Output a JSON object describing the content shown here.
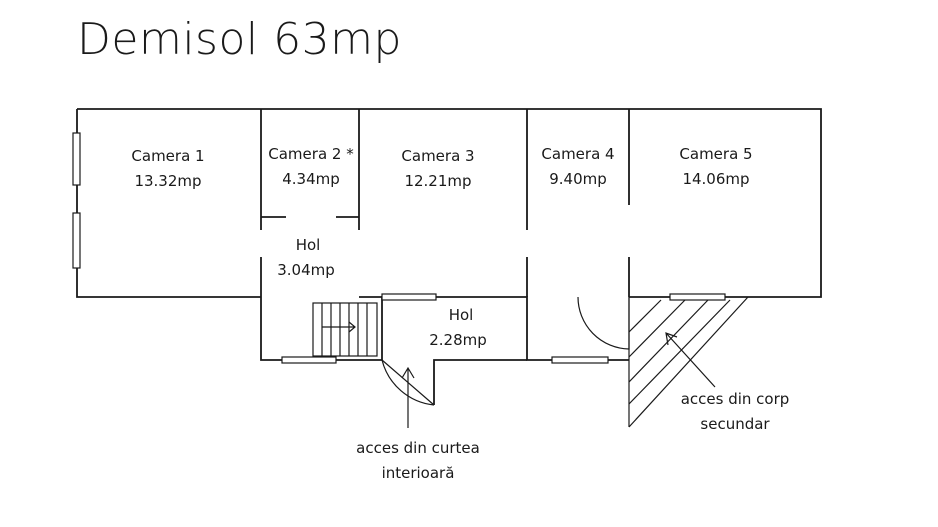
{
  "title": "Demisol 63mp",
  "rooms": [
    {
      "name": "Camera 1",
      "area": "13.32mp"
    },
    {
      "name": "Camera 2 *",
      "area": "4.34mp"
    },
    {
      "name": "Camera 3",
      "area": "12.21mp"
    },
    {
      "name": "Camera 4",
      "area": "9.40mp"
    },
    {
      "name": "Camera 5",
      "area": "14.06mp"
    },
    {
      "name": "Hol",
      "area": "3.04mp"
    },
    {
      "name": "Hol",
      "area": "2.28mp"
    }
  ],
  "annotations": {
    "courtyard_access": [
      "acces din curtea",
      "interioară"
    ],
    "secondary_access": [
      "acces din corp",
      "secundar"
    ]
  }
}
